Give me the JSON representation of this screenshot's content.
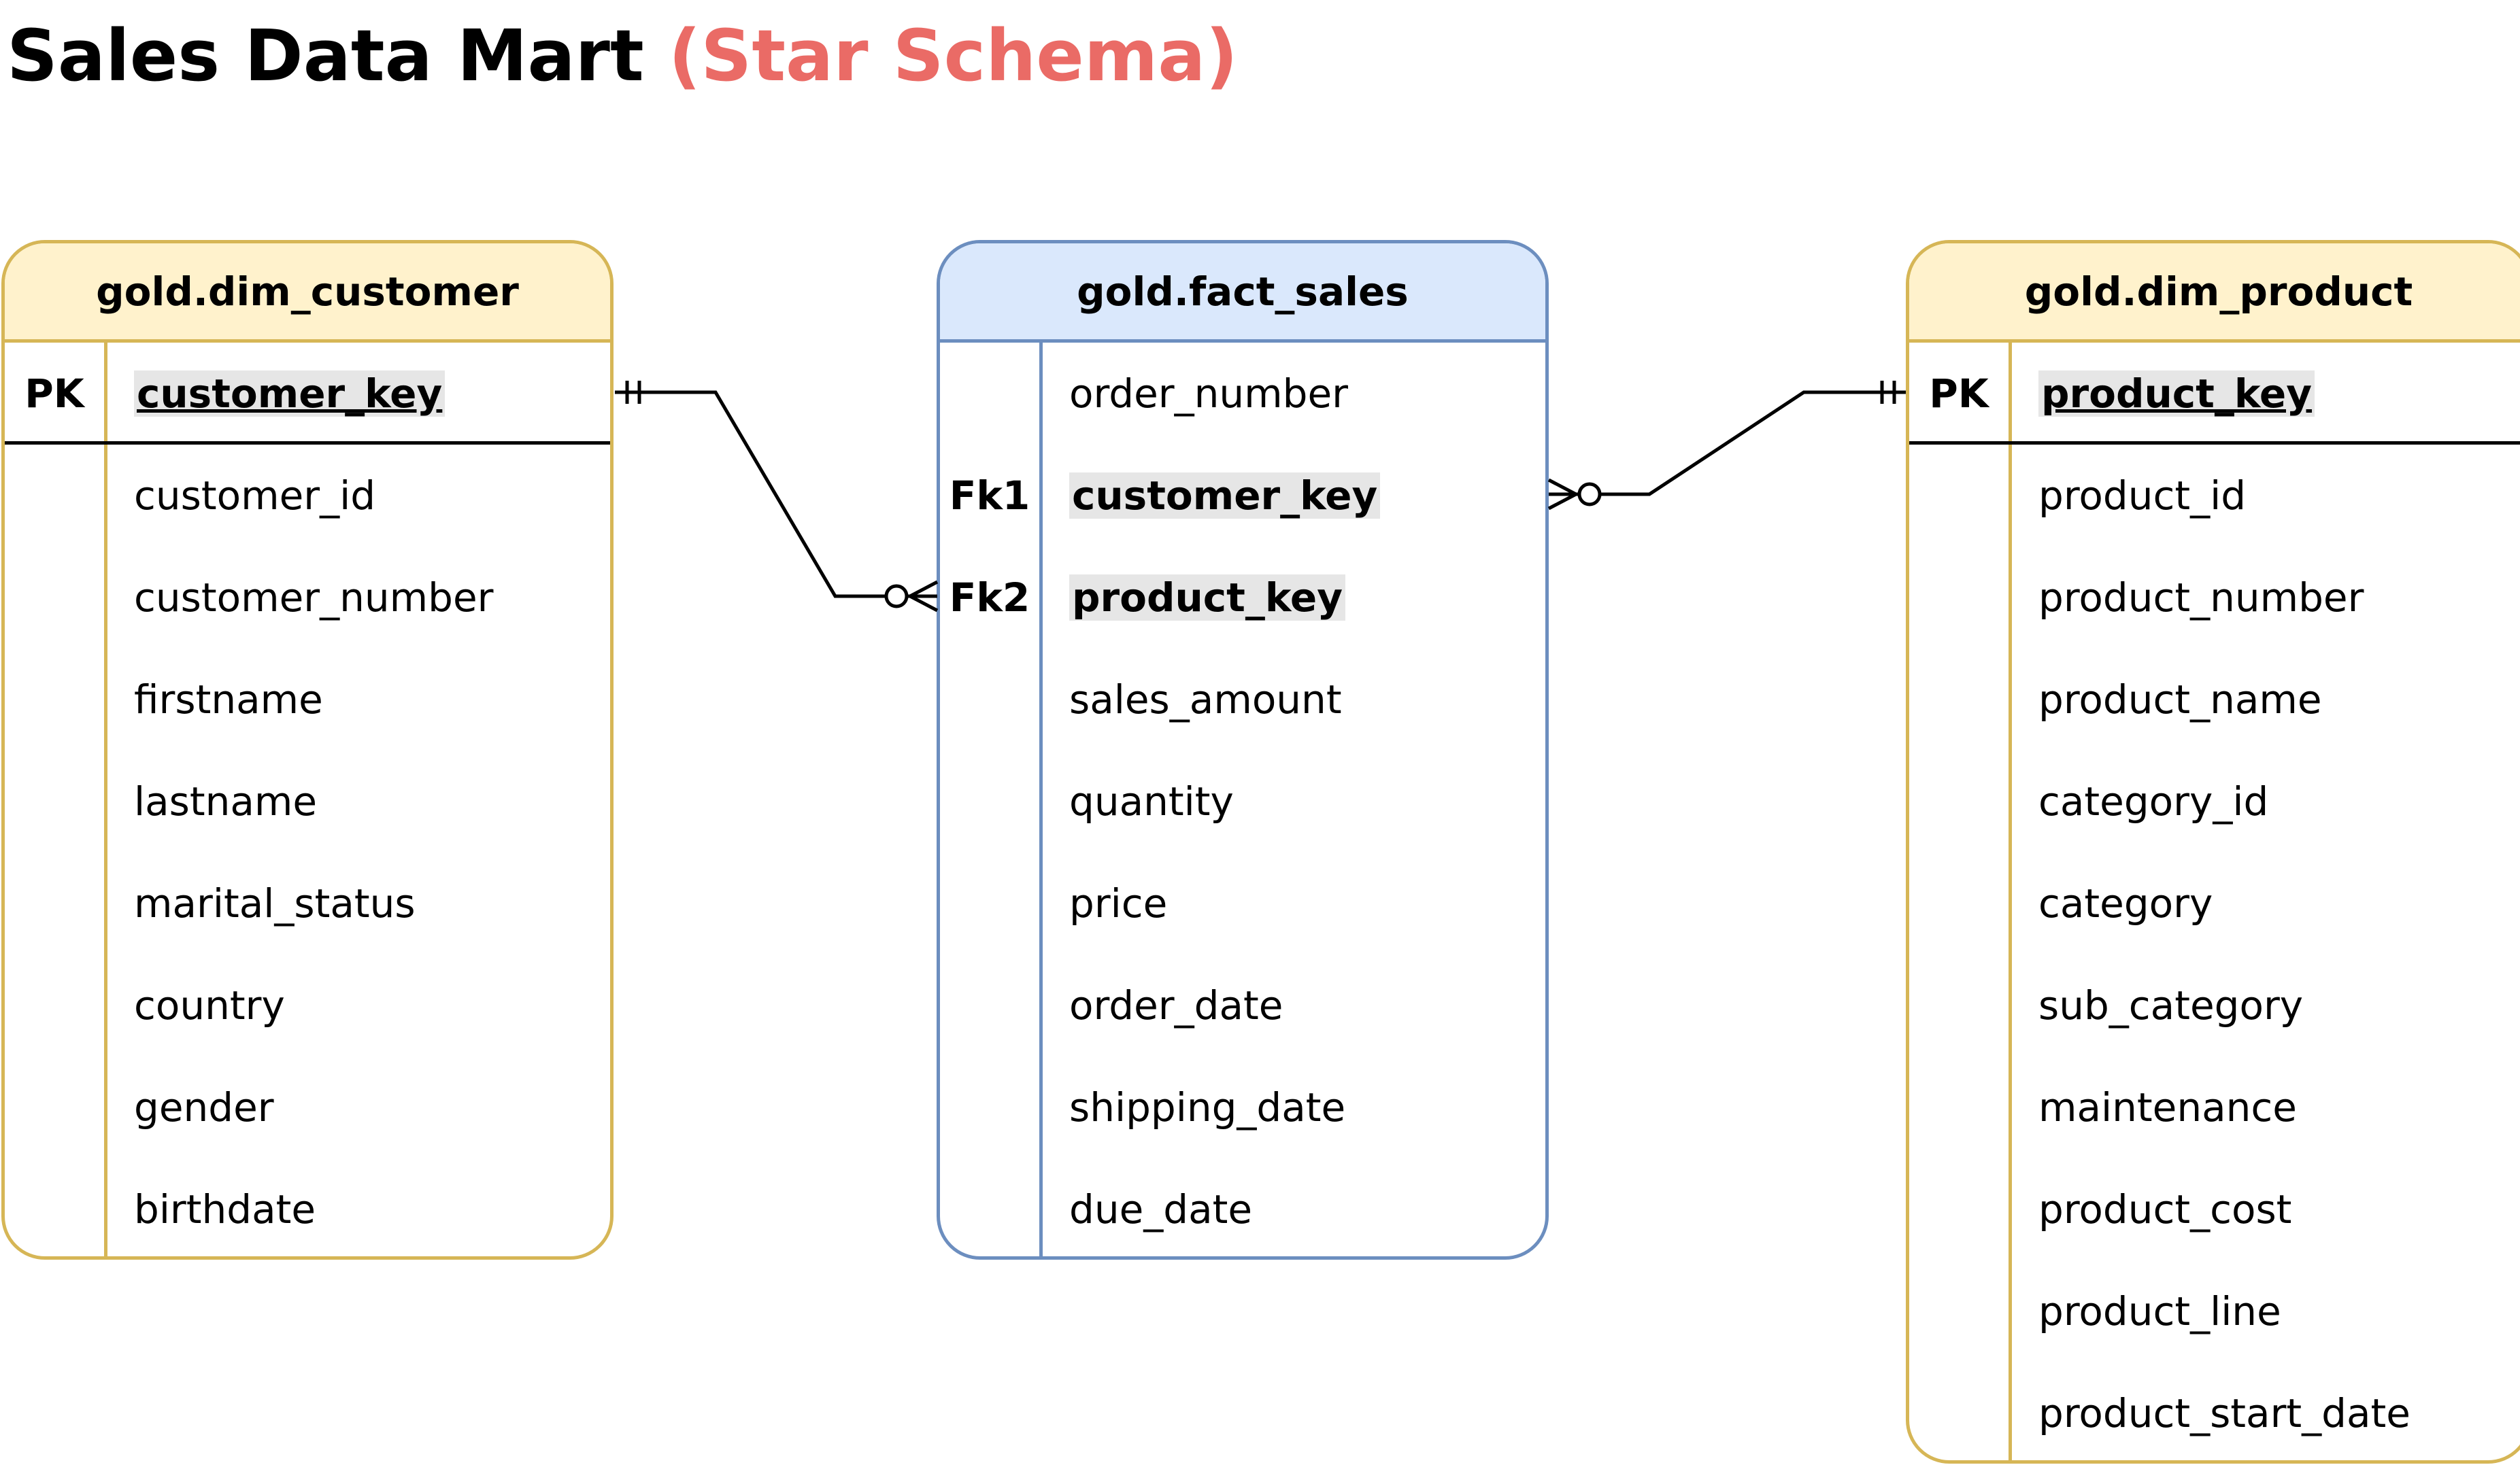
{
  "title": {
    "main": "Sales Data Mart",
    "accent": "(Star Schema)"
  },
  "colors": {
    "dim_border": "#D6B656",
    "dim_header": "#FFF2CC",
    "fact_border": "#6C8EBF",
    "fact_header": "#DAE8FC",
    "accent": "#EA6B66",
    "key_highlight": "#E6E6E6"
  },
  "entities": {
    "dim_customer": {
      "name": "gold.dim_customer",
      "pk_label": "PK",
      "pk_field": "customer_key",
      "fields": [
        "customer_id",
        "customer_number",
        "firstname",
        "lastname",
        "marital_status",
        "country",
        "gender",
        "birthdate"
      ]
    },
    "fact_sales": {
      "name": "gold.fact_sales",
      "first_field": "order_number",
      "fk1_label": "Fk1",
      "fk1_field": "customer_key",
      "fk2_label": "Fk2",
      "fk2_field": "product_key",
      "fields": [
        "sales_amount",
        "quantity",
        "price",
        "order_date",
        "shipping_date",
        "due_date"
      ]
    },
    "dim_product": {
      "name": "gold.dim_product",
      "pk_label": "PK",
      "pk_field": "product_key",
      "fields": [
        "product_id",
        "product_number",
        "product_name",
        "category_id",
        "category",
        "sub_category",
        "maintenance",
        "product_cost",
        "product_line",
        "product_start_date"
      ]
    }
  },
  "relationships": [
    {
      "from": "dim_customer.customer_key",
      "to": "fact_sales.product_key",
      "from_cardinality": "one-and-only-one",
      "to_cardinality": "zero-or-many"
    },
    {
      "from": "dim_product.product_key",
      "to": "fact_sales.customer_key",
      "from_cardinality": "one-and-only-one",
      "to_cardinality": "zero-or-many"
    }
  ]
}
